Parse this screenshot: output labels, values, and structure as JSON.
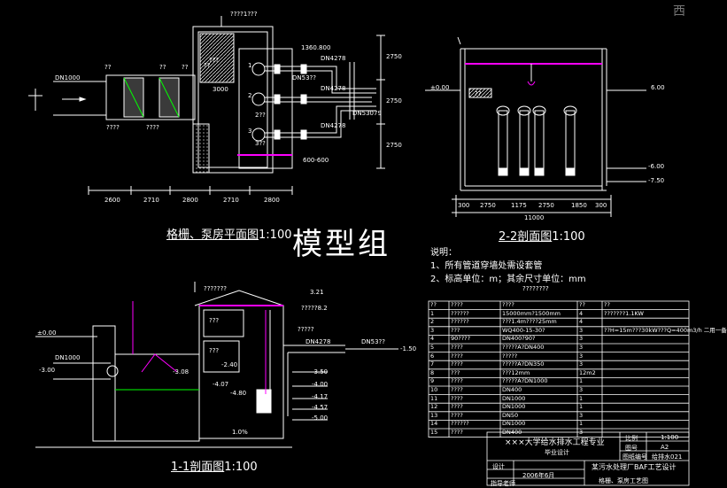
{
  "watermark": "模型组",
  "corner_text": "西",
  "titles": {
    "plan": "格栅、泵房平面图",
    "plan_scale": "1:100",
    "sec22": "2-2剖面图",
    "sec22_scale": "1:100",
    "sec11": "1-1剖面图",
    "sec11_scale": "1:100"
  },
  "notes": {
    "heading": "说明：",
    "line1": "1、所有管道穿墙处需设套管",
    "line2": "2、标高单位：m；其余尺寸单位：mm"
  },
  "table": {
    "title": "????????",
    "header": [
      "??",
      "????",
      "????",
      "??",
      "??"
    ],
    "rows": [
      [
        "1",
        "??????",
        "15000mm?1500mm",
        "4",
        "???????1.1KW"
      ],
      [
        "2",
        "??????",
        "???1.4m????25mm",
        "4",
        ""
      ],
      [
        "3",
        "???",
        "WQ400-15-30?",
        "3",
        "??H=15m???30kW???Q=400m3/h 二用一备"
      ],
      [
        "4",
        "90????",
        "DN400?90?",
        "3",
        ""
      ],
      [
        "5",
        "????",
        "?????A?DN400",
        "3",
        ""
      ],
      [
        "6",
        "????",
        "?????",
        "3",
        ""
      ],
      [
        "7",
        "????",
        "?????A?DN350",
        "3",
        ""
      ],
      [
        "8",
        "???",
        "???12mm",
        "12m2",
        ""
      ],
      [
        "9",
        "????",
        "?????A?DN1000",
        "1",
        ""
      ],
      [
        "10",
        "????",
        "DN400",
        "3",
        ""
      ],
      [
        "11",
        "????",
        "DN1000",
        "1",
        ""
      ],
      [
        "12",
        "????",
        "DN1000",
        "1",
        ""
      ],
      [
        "13",
        "????",
        "DN50",
        "3",
        ""
      ],
      [
        "14",
        "??????",
        "DN1000",
        "1",
        ""
      ],
      [
        "15",
        "????",
        "DN400",
        "3",
        ""
      ]
    ]
  },
  "title_block": {
    "school": "×××大学给水排水工程专业",
    "sub": "毕业设计",
    "project": "某污水处理厂BAF工艺设计",
    "scale_label": "比例",
    "scale": "1:100",
    "sheet_label": "图号",
    "sheet": "A2",
    "num_label": "图纸编号",
    "num": "给排水021",
    "design_label": "设计",
    "design_date": "2006年6月",
    "check_label": "指导老师",
    "drawing_name": "格栅、泵房工艺图"
  },
  "plan_labels": {
    "dn_in": "DN1000",
    "l1": "??",
    "l2": "??",
    "l3": "??",
    "l4": "????",
    "l5": "????",
    "l6": "??",
    "dim3000": "3000",
    "top1": "????1???",
    "dn1": "1360.800",
    "dn2": "DN4278",
    "dn3": "DN53??",
    "dn4": "DN4278",
    "dn5": "DN4278",
    "dn6": "DN53079",
    "pump1": "???",
    "pump2": "2??",
    "pump3": "3??",
    "d1": "600-600",
    "mark1": "1",
    "mark2": "2",
    "mark3": "3",
    "bot": [
      "2600",
      "2710",
      "2800",
      "2710",
      "2800"
    ],
    "right1": "2750",
    "right2": "2750",
    "right3": "2750"
  },
  "sec22_labels": {
    "lvl1": "6.00",
    "lvl2": "-6.00",
    "lvl3": "-7.50",
    "lvl0": "±0.00",
    "bot": [
      "300",
      "2750",
      "1175",
      "2750",
      "1850",
      "300"
    ],
    "total": "11000",
    "left": "??"
  },
  "sec11_labels": {
    "lvl0": "±0.00",
    "dn_in": "DN1000",
    "e1": "-3.00",
    "e2": "-2.40",
    "e3": "-3.08",
    "e4": "-4.07",
    "e5": "-4.80",
    "e6": "-1.50",
    "e7": "3.21",
    "e8": "?????8.2",
    "e9": "?????",
    "r1": "-3.50",
    "r2": "-4.00",
    "r3": "-4.17",
    "r4": "-4.57",
    "r5": "-5.00",
    "dn2": "DN4278",
    "dn3": "DN53??",
    "pct": "1.0%",
    "top": "???????",
    "mid": "???",
    "mid2": "???"
  }
}
